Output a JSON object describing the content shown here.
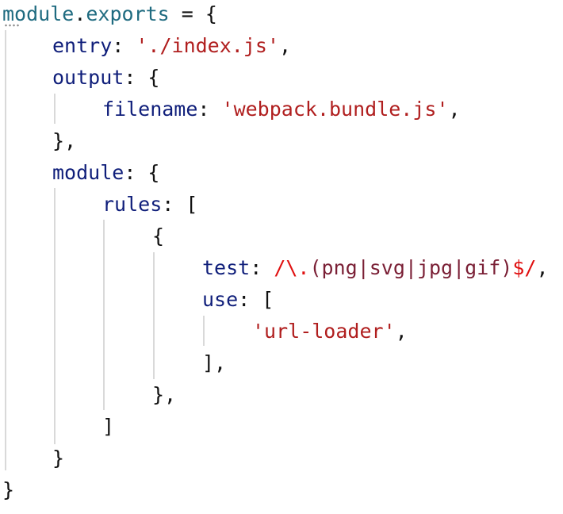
{
  "editor": {
    "lines": [
      {
        "indent": 0,
        "tokens": [
          {
            "text": "module",
            "role": "k-teal"
          },
          {
            "text": ".",
            "role": "punc"
          },
          {
            "text": "exports",
            "role": "k-teal"
          },
          {
            "text": " = {",
            "role": "punc"
          }
        ]
      },
      {
        "indent": 1,
        "tokens": [
          {
            "text": "entry",
            "role": "k-navy"
          },
          {
            "text": ": ",
            "role": "punc"
          },
          {
            "text": "'./index.js'",
            "role": "str"
          },
          {
            "text": ",",
            "role": "punc"
          }
        ]
      },
      {
        "indent": 1,
        "tokens": [
          {
            "text": "output",
            "role": "k-navy"
          },
          {
            "text": ": {",
            "role": "punc"
          }
        ]
      },
      {
        "indent": 2,
        "tokens": [
          {
            "text": "filename",
            "role": "k-navy"
          },
          {
            "text": ": ",
            "role": "punc"
          },
          {
            "text": "'webpack.bundle.js'",
            "role": "str"
          },
          {
            "text": ",",
            "role": "punc"
          }
        ]
      },
      {
        "indent": 1,
        "tokens": [
          {
            "text": "},",
            "role": "punc"
          }
        ]
      },
      {
        "indent": 1,
        "tokens": [
          {
            "text": "module",
            "role": "k-navy"
          },
          {
            "text": ": {",
            "role": "punc"
          }
        ]
      },
      {
        "indent": 2,
        "tokens": [
          {
            "text": "rules",
            "role": "k-navy"
          },
          {
            "text": ": [",
            "role": "punc"
          }
        ]
      },
      {
        "indent": 3,
        "tokens": [
          {
            "text": "{",
            "role": "punc"
          }
        ]
      },
      {
        "indent": 4,
        "tokens": [
          {
            "text": "test",
            "role": "k-navy"
          },
          {
            "text": ": ",
            "role": "punc"
          },
          {
            "text": "/\\.",
            "role": "rx-red"
          },
          {
            "text": "(png|svg|jpg|gif)",
            "role": "rx-dark"
          },
          {
            "text": "$/",
            "role": "rx-red"
          },
          {
            "text": ",",
            "role": "punc"
          }
        ]
      },
      {
        "indent": 4,
        "tokens": [
          {
            "text": "use",
            "role": "k-navy"
          },
          {
            "text": ": [",
            "role": "punc"
          }
        ]
      },
      {
        "indent": 5,
        "tokens": [
          {
            "text": "'url-loader'",
            "role": "str"
          },
          {
            "text": ",",
            "role": "punc"
          }
        ]
      },
      {
        "indent": 4,
        "tokens": [
          {
            "text": "],",
            "role": "punc"
          }
        ]
      },
      {
        "indent": 3,
        "tokens": [
          {
            "text": "},",
            "role": "punc"
          }
        ]
      },
      {
        "indent": 2,
        "tokens": [
          {
            "text": "]",
            "role": "punc"
          }
        ]
      },
      {
        "indent": 1,
        "tokens": [
          {
            "text": "}",
            "role": "punc"
          }
        ]
      },
      {
        "indent": 0,
        "tokens": [
          {
            "text": "}",
            "role": "punc"
          }
        ]
      }
    ],
    "colors": {
      "keyword_teal": "#1f6b80",
      "keyword_navy": "#0f1e7a",
      "string": "#b01e1e",
      "regex_delimiter": "#e01010",
      "regex_group": "#7a1f35",
      "indent_guide": "#d9d9d9"
    }
  }
}
